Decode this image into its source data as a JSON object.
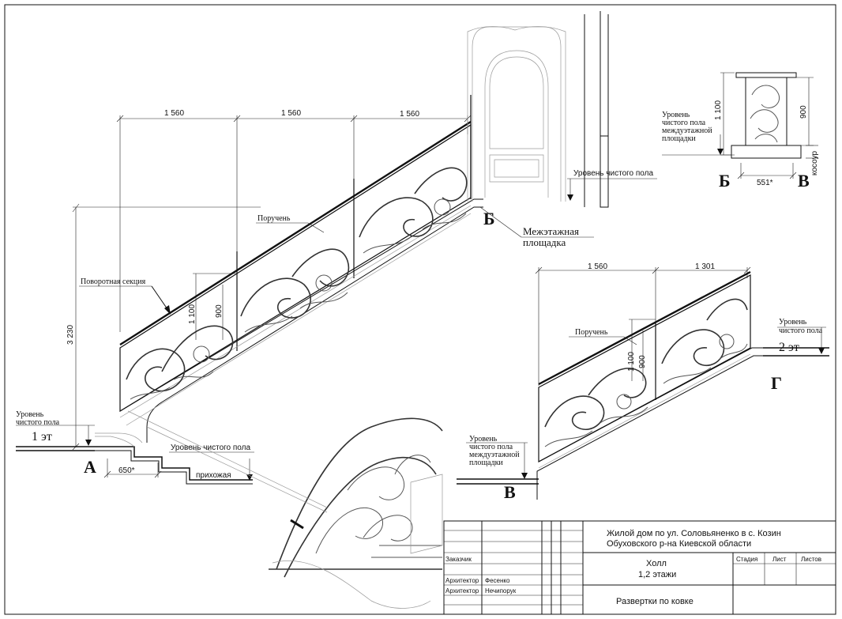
{
  "dimensions": {
    "main_span_1": "1 560",
    "main_span_2": "1 560",
    "main_span_3": "1 560",
    "main_height": "3 230",
    "rail_height_1": "1 100",
    "rail_height_2": "900",
    "step_depth": "650*",
    "lower_span_1": "1 560",
    "lower_span_2": "1 301",
    "lower_rail_1": "1 100",
    "lower_rail_2": "900",
    "section_height_1": "1 100",
    "section_height_2": "900",
    "section_width": "551*",
    "kosour": "косоур"
  },
  "labels": {
    "handrail_main": "Поручень",
    "pivot_section": "Поворотная секция",
    "floor_level_left_1": "Уровень",
    "floor_level_left_2": "чистого пола",
    "floor_1": "1 эт",
    "floor_level_bottom": "Уровень чистого пола",
    "hallway": "прихожая",
    "marker_a": "А",
    "marker_b": "Б",
    "marker_b_section": "Б",
    "marker_v_section": "В",
    "marker_v_lower": "В",
    "marker_g": "Г",
    "landing_1": "Межэтажная",
    "landing_2": "площадка",
    "floor_level_wall": "Уровень чистого пола",
    "section_level_1": "Уровень",
    "section_level_2": "чистого пола",
    "section_level_3": "междуэтажной",
    "section_level_4": "площадки",
    "handrail_lower": "Поручень",
    "level_right_1": "Уровень",
    "level_right_2": "чистого пола",
    "floor_2": "2 эт",
    "level_lower_1": "Уровень",
    "level_lower_2": "чистого пола",
    "level_lower_3": "междуэтажной",
    "level_lower_4": "площадки"
  },
  "title_block": {
    "project_line_1": "Жилой дом по ул. Соловьяненко в с. Козин",
    "project_line_2": "Обуховского р-на Киевской области",
    "customer_label": "Заказчик",
    "architect_label_1": "Архитектор",
    "architect_name_1": "Фесенко",
    "architect_label_2": "Архитектор",
    "architect_name_2": "Нечипорук",
    "sheet_name_1": "Холл",
    "sheet_name_2": "1,2 этажи",
    "col_stage": "Стадия",
    "col_sheet": "Лист",
    "col_sheets": "Листов",
    "drawing_title": "Развертки по ковке"
  }
}
